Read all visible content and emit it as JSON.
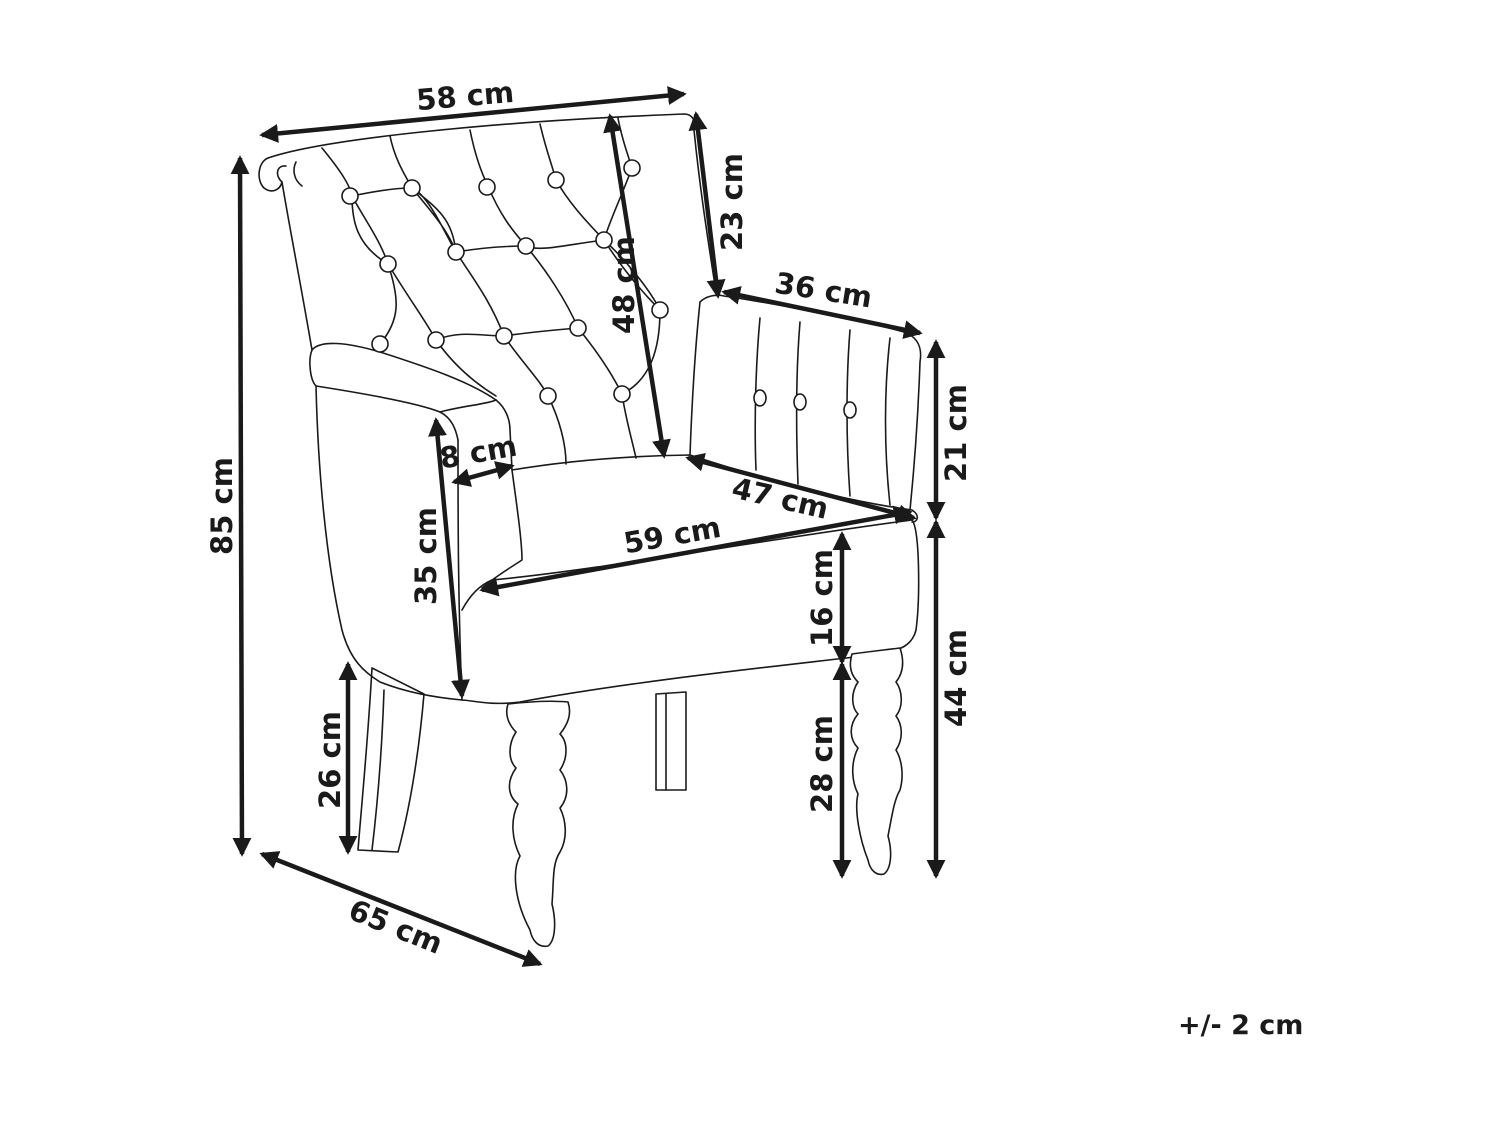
{
  "dimensions": {
    "width_top": "58 cm",
    "total_height": "85 cm",
    "backrest_height": "48 cm",
    "armrest_top_height": "23 cm",
    "armrest_depth": "36 cm",
    "armrest_height": "21 cm",
    "armrest_width": "8 cm",
    "armrest_front_height": "35 cm",
    "seat_depth": "47 cm",
    "seat_width": "59 cm",
    "seat_cushion_height": "16 cm",
    "seat_height": "44 cm",
    "rear_leg_height": "26 cm",
    "front_leg_height": "28 cm",
    "depth_bottom": "65 cm"
  },
  "tolerance": "+/- 2 cm",
  "colors": {
    "line": "#1a1a1a",
    "background": "#ffffff"
  }
}
